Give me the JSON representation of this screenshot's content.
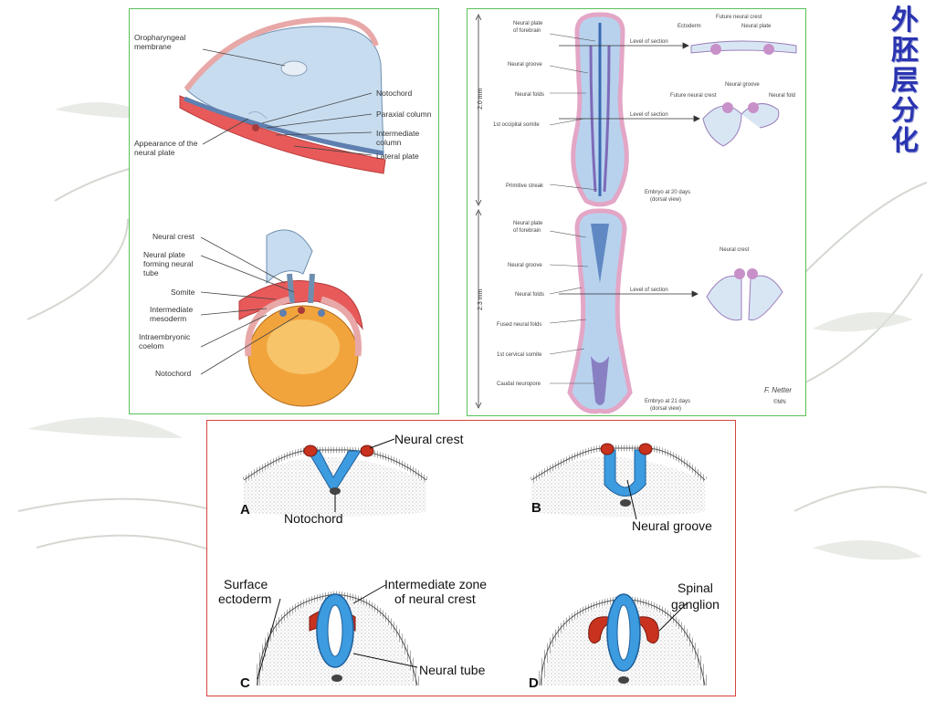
{
  "slide_title_chars": [
    "外",
    "胚",
    "层",
    "分",
    "化"
  ],
  "colors": {
    "title": "#2a34b0",
    "green_border": "#5cc05c",
    "red_border": "#d7433c",
    "neural_blue": "#3d9be0",
    "crest_red": "#c8321e"
  },
  "panel_top_left": {
    "labels": {
      "oropharyngeal": [
        "Oropharyngeal",
        "membrane"
      ],
      "notochord": "Notochord",
      "paraxial": "Paraxial column",
      "intermediate": [
        "Intermediate",
        "column"
      ],
      "lateral": "Lateral plate",
      "appearance": [
        "Appearance of the",
        "neural plate"
      ],
      "neural_crest": "Neural crest",
      "neural_plate_tube": [
        "Neural plate",
        "forming neural",
        "tube"
      ],
      "somite": "Somite",
      "intermediate_mesoderm": [
        "Intermediate",
        "mesoderm"
      ],
      "intraembryonic": [
        "Intraembryonic",
        "coelom"
      ],
      "notochord2": "Notochord"
    }
  },
  "panel_top_right": {
    "labels": {
      "np_forebrain": [
        "Neural plate",
        "of forebrain"
      ],
      "neural_groove": "Neural groove",
      "neural_folds": "Neural folds",
      "first_occipital": "1st occipital somite",
      "primitive_streak": "Primitive streak",
      "level_section": "Level of section",
      "ectoderm": "Ectoderm",
      "future_crest": "Future neural crest",
      "neural_plate": "Neural plate",
      "neural_groove_r": "Neural groove",
      "future_crest2": "Future neural crest",
      "neural_fold": "Neural fold",
      "embryo20": [
        "Embryo at 20 days",
        "(dorsal view)"
      ],
      "scale20": "2.0 mm",
      "np_forebrain2": [
        "Neural plate",
        "of forebrain"
      ],
      "neural_groove2": "Neural groove",
      "neural_folds2": "Neural folds",
      "fused_folds": "Fused neural folds",
      "first_cervical": "1st cervical somite",
      "caudal_neuropore": "Caudal neuropore",
      "neural_crest_r": "Neural crest",
      "embryo21": [
        "Embryo at 21 days",
        "(dorsal view)"
      ],
      "scale23": "2.3 mm",
      "signature": "F. Netter",
      "signature_mark": "©MN"
    }
  },
  "panel_bottom": {
    "labels": {
      "neural_crest": "Neural crest",
      "notochord": "Notochord",
      "neural_groove": "Neural groove",
      "surface_ectoderm": [
        "Surface",
        "ectoderm"
      ],
      "intermediate_zone": [
        "Intermediate zone",
        "of neural crest"
      ],
      "spinal_ganglion": [
        "Spinal",
        "ganglion"
      ],
      "neural_tube": "Neural tube",
      "letter_a": "A",
      "letter_b": "B",
      "letter_c": "C",
      "letter_d": "D"
    }
  }
}
